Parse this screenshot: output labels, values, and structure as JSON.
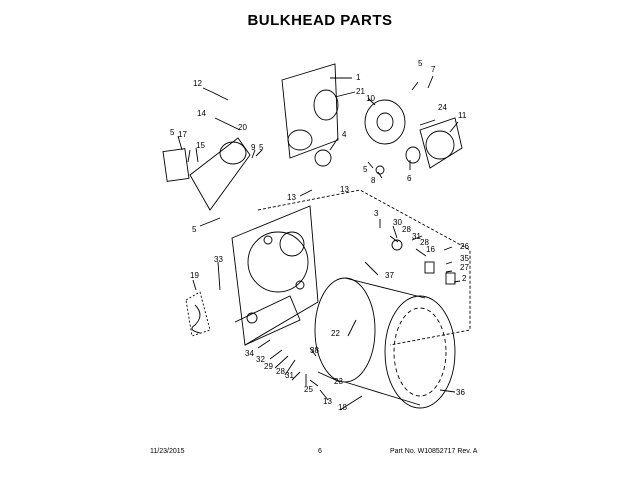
{
  "title": "BULKHEAD PARTS",
  "footer": {
    "date": "11/23/2015",
    "page": "6",
    "part_number": "Part No. W10852717  Rev. A"
  },
  "callouts": [
    "1",
    "21",
    "10",
    "5",
    "7",
    "24",
    "11",
    "4",
    "6",
    "8",
    "5",
    "13",
    "12",
    "20",
    "14",
    "5",
    "17",
    "15",
    "9",
    "5",
    "13",
    "5",
    "3",
    "30",
    "28",
    "31",
    "26",
    "28",
    "16",
    "35",
    "27",
    "2",
    "37",
    "33",
    "19",
    "22",
    "34",
    "32",
    "29",
    "28",
    "31",
    "38",
    "23",
    "25",
    "13",
    "18",
    "36"
  ]
}
